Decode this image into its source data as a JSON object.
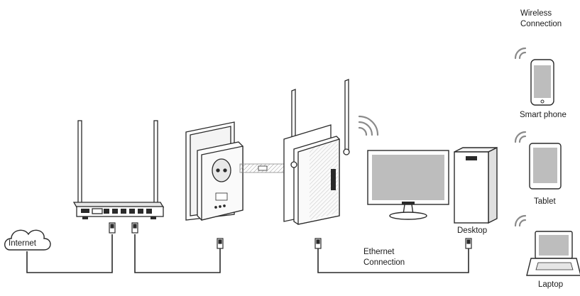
{
  "labels": {
    "wireless_line1": "Wireless",
    "wireless_line2": "Connection",
    "smart_phone": "Smart phone",
    "tablet": "Tablet",
    "laptop": "Laptop",
    "desktop": "Desktop",
    "internet": "Internet",
    "ethernet_line1": "Ethernet",
    "ethernet_line2": "Connection"
  },
  "colors": {
    "line": "#2a2a2a",
    "screen": "#bdbdbd",
    "device_fill": "#f4f4f4",
    "shade": "#d6d6d6"
  }
}
